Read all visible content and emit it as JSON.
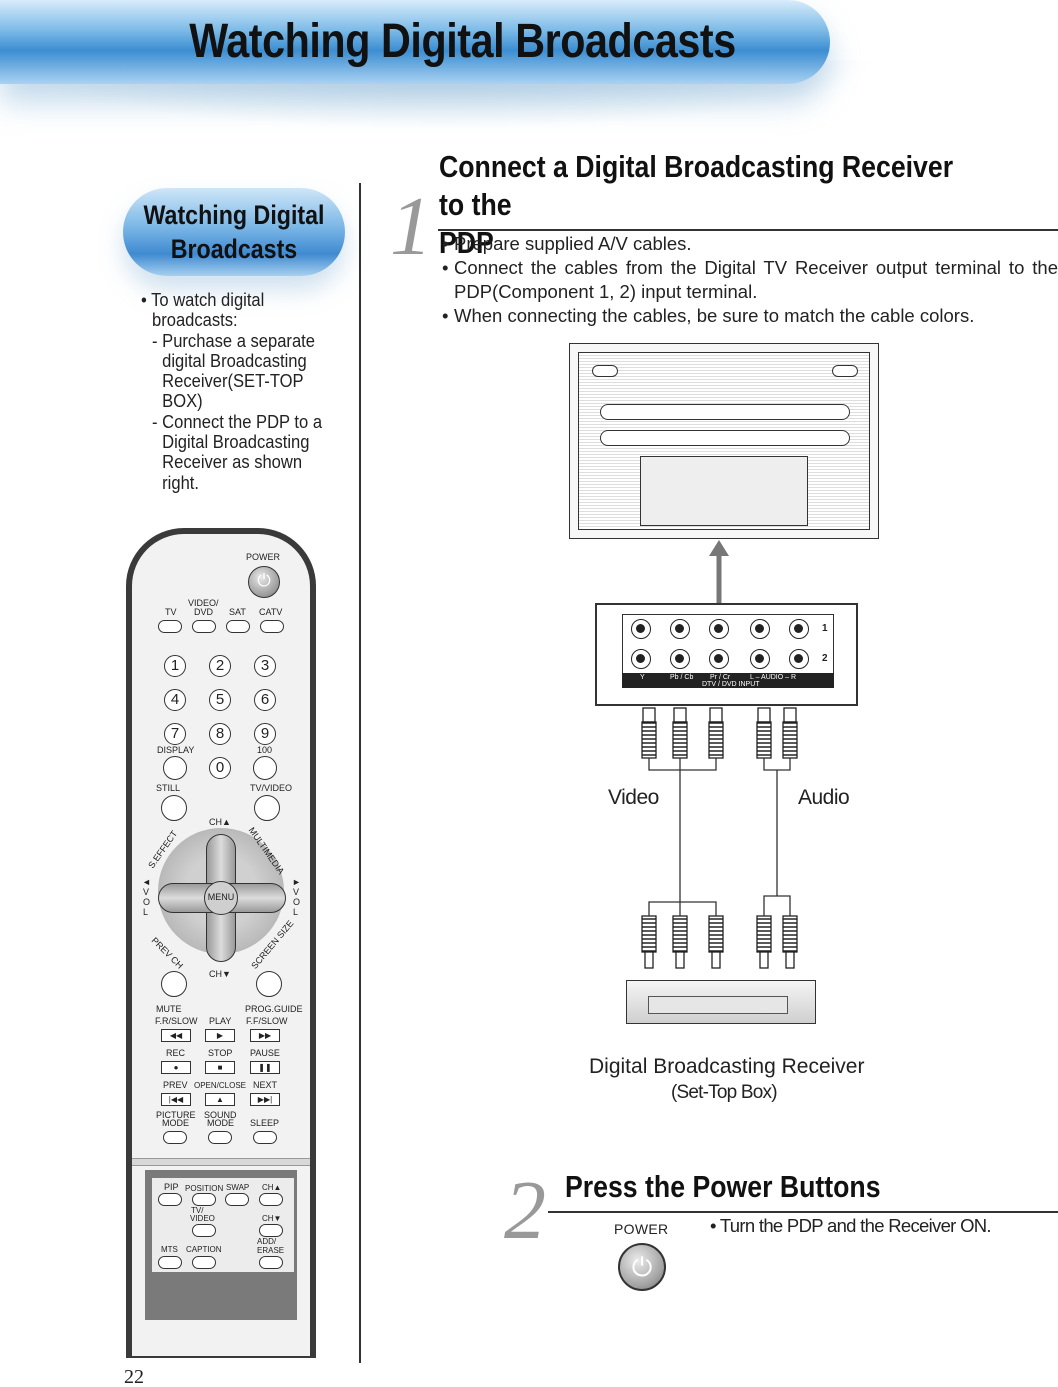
{
  "header": {
    "title": "Watching Digital Broadcasts"
  },
  "sidebar": {
    "pill_line1": "Watching Digital",
    "pill_line2": "Broadcasts",
    "notes": {
      "bullet": "• To watch digital",
      "bullet_cont": "broadcasts:",
      "dash1": "- Purchase a separate",
      "dash1_l2": "digital Broadcasting",
      "dash1_l3": "Receiver(SET-TOP",
      "dash1_l4": "BOX)",
      "dash2": "- Connect the PDP to a",
      "dash2_l2": "Digital Broadcasting",
      "dash2_l3": "Receiver as shown",
      "dash2_l4": "right."
    }
  },
  "remote": {
    "power": "POWER",
    "tv": "TV",
    "video_dvd_1": "VIDEO/",
    "video_dvd_2": "DVD",
    "sat": "SAT",
    "catv": "CATV",
    "n1": "1",
    "n2": "2",
    "n3": "3",
    "n4": "4",
    "n5": "5",
    "n6": "6",
    "n7": "7",
    "n8": "8",
    "n9": "9",
    "display": "DISPLAY",
    "n100": "100",
    "n0": "0",
    "still": "STILL",
    "tv_video": "TV/VIDEO",
    "ch_up": "CH▲",
    "ch_down": "CH▼",
    "s_effect": "S.EFFECT",
    "multimedia": "MULTIMEDIA",
    "prev_ch": "PREV CH",
    "screen_size": "SCREEN SIZE",
    "vol_left": "◄",
    "vol_right": "►",
    "vol_v": "V",
    "vol_o": "O",
    "vol_l": "L",
    "menu": "MENU",
    "mute": "MUTE",
    "prog_guide": "PROG.GUIDE",
    "fr_slow": "F.R/SLOW",
    "play": "PLAY",
    "ff_slow": "F.F/SLOW",
    "rec": "REC",
    "stop": "STOP",
    "pause": "PAUSE",
    "prev": "PREV",
    "open_close": "OPEN/CLOSE",
    "next": "NEXT",
    "picture_mode_1": "PICTURE",
    "picture_mode_2": "MODE",
    "sound_mode_1": "SOUND",
    "sound_mode_2": "MODE",
    "sleep": "SLEEP",
    "pip": "PIP",
    "position": "POSITION",
    "swap": "SWAP",
    "ch_up2": "CH▲",
    "tv_video2_1": "TV/",
    "tv_video2_2": "VIDEO",
    "ch_down2": "CH▼",
    "mts": "MTS",
    "caption": "CAPTION",
    "add_erase_1": "ADD/",
    "add_erase_2": "ERASE"
  },
  "step1": {
    "number": "1",
    "title_l1": "Connect a Digital Broadcasting Receiver to the",
    "title_l2": "PDP",
    "items": [
      "Prepare supplied A/V cables.",
      "Connect the cables from the Digital TV Receiver output terminal to the PDP(Component 1, 2) input terminal.",
      "When connecting the cables, be sure to match the cable colors."
    ],
    "bullet": "•"
  },
  "diagram": {
    "panel_row1": "1",
    "panel_row2": "2",
    "strip_y": "Y",
    "strip_pb": "Pb / Cb",
    "strip_pr": "Pr / Cr",
    "strip_audio": "L  –  AUDIO  –  R",
    "strip_title": "DTV / DVD INPUT",
    "video_label": "Video",
    "audio_label": "Audio",
    "receiver_title": "Digital Broadcasting Receiver",
    "receiver_sub": "(Set-Top Box)"
  },
  "step2": {
    "number": "2",
    "title": "Press the Power Buttons",
    "power_label": "POWER",
    "text": "• Turn the PDP and the Receiver ON."
  },
  "page": {
    "number": "22"
  },
  "colors": {
    "banner_blue": "#3c8ed2",
    "light_blue": "#cfe6f8",
    "rule": "#333333"
  }
}
